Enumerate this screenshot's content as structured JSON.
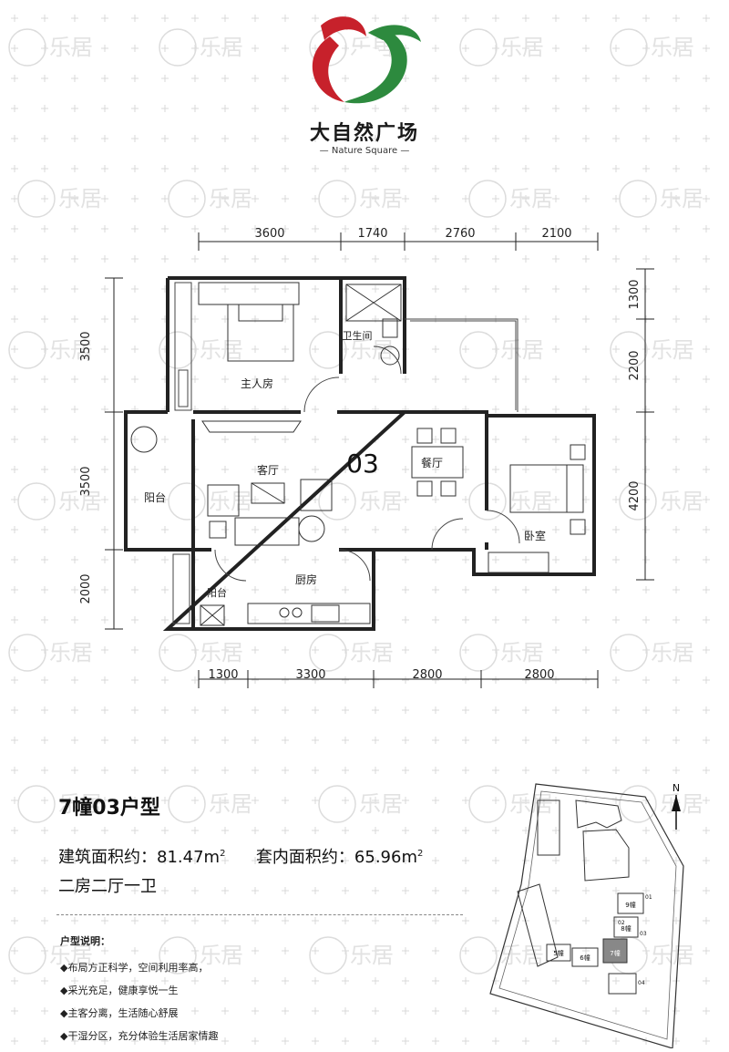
{
  "brand": {
    "name_cn": "大自然广场",
    "name_en": "Nature Square"
  },
  "watermark": {
    "text": "乐居"
  },
  "plan": {
    "unit_label": "03",
    "dims_top": [
      "3600",
      "1740",
      "2760",
      "2100"
    ],
    "dims_bottom": [
      "1300",
      "3300",
      "2800",
      "2800"
    ],
    "dims_left": [
      "3500",
      "3500",
      "2000"
    ],
    "dims_right": [
      "1300",
      "2200",
      "4200"
    ],
    "rooms": {
      "master_bedroom": "主人房",
      "bathroom": "卫生间",
      "living_room": "客厅",
      "dining_room": "餐厅",
      "bedroom": "卧室",
      "balcony_1": "阳台",
      "balcony_2": "阳台",
      "kitchen": "厨房"
    }
  },
  "info": {
    "title": "7幢03户型",
    "built_area": "建筑面积约：81.47m",
    "inner_area": "套内面积约：65.96m",
    "area_sup": "2",
    "layout": "二房二厅一卫",
    "features_title": "户型说明：",
    "features": [
      "◆布局方正科学，空间利用率高，",
      "◆采光充足，健康享悦一生",
      "◆主客分离，生活随心舒展",
      "◆干湿分区，充分体验生活居家情趣"
    ]
  },
  "site_map": {
    "north": "N",
    "buildings": [
      "9幢",
      "8幢",
      "7幢",
      "6幢",
      "5幢"
    ],
    "unit_codes": [
      "01",
      "02",
      "03",
      "04"
    ]
  },
  "colors": {
    "logo_red": "#c7212b",
    "logo_green": "#2d8a3e",
    "wall": "#222222",
    "grid": "#d6d6d6"
  }
}
